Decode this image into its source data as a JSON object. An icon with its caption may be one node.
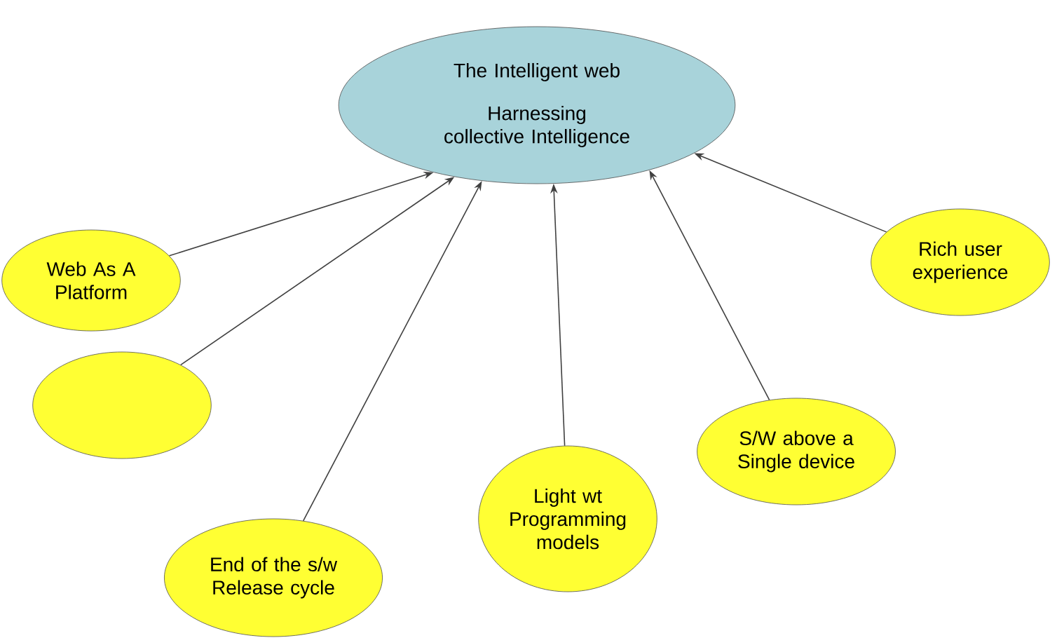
{
  "diagram": {
    "nodes": [
      {
        "text": [
          "The Intelligent web",
          "Harnessing collective Intelligence"
        ]
      },
      {
        "text": [
          "Web As A Platform"
        ]
      },
      {
        "text": [],
        "shape": "ellipse"
      },
      {
        "text": [
          "End of the s/w Release cycle"
        ]
      },
      {
        "text": [
          "Light wt Programming models"
        ]
      },
      {
        "text": [
          "S/W above a Single device"
        ]
      },
      {
        "text": [
          "Rich user experience"
        ]
      }
    ],
    "edges": [
      {
        "from": 1,
        "to": 0,
        "arrow": "to"
      },
      {
        "from": 2,
        "to": 0,
        "arrow": "to"
      },
      {
        "from": 3,
        "to": 0,
        "arrow": "to"
      },
      {
        "from": 4,
        "to": 0,
        "arrow": "to"
      },
      {
        "from": 5,
        "to": 0,
        "arrow": "to"
      },
      {
        "from": 6,
        "to": 0,
        "arrow": "to"
      }
    ]
  }
}
